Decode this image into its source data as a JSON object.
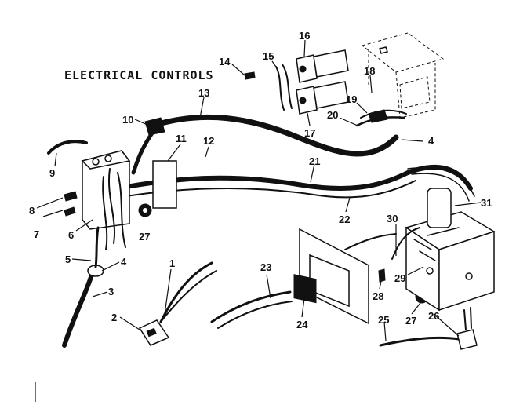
{
  "diagram": {
    "title": "ELECTRICAL CONTROLS",
    "callouts": [
      {
        "id": "c1",
        "label": "1"
      },
      {
        "id": "c2",
        "label": "2"
      },
      {
        "id": "c3",
        "label": "3"
      },
      {
        "id": "c4a",
        "label": "4"
      },
      {
        "id": "c4b",
        "label": "4"
      },
      {
        "id": "c5",
        "label": "5"
      },
      {
        "id": "c6",
        "label": "6"
      },
      {
        "id": "c7",
        "label": "7"
      },
      {
        "id": "c8",
        "label": "8"
      },
      {
        "id": "c9",
        "label": "9"
      },
      {
        "id": "c10",
        "label": "10"
      },
      {
        "id": "c11",
        "label": "11"
      },
      {
        "id": "c12",
        "label": "12"
      },
      {
        "id": "c13",
        "label": "13"
      },
      {
        "id": "c14",
        "label": "14"
      },
      {
        "id": "c15",
        "label": "15"
      },
      {
        "id": "c16",
        "label": "16"
      },
      {
        "id": "c17",
        "label": "17"
      },
      {
        "id": "c18",
        "label": "18"
      },
      {
        "id": "c19",
        "label": "19"
      },
      {
        "id": "c20",
        "label": "20"
      },
      {
        "id": "c21",
        "label": "21"
      },
      {
        "id": "c22",
        "label": "22"
      },
      {
        "id": "c23",
        "label": "23"
      },
      {
        "id": "c24",
        "label": "24"
      },
      {
        "id": "c25",
        "label": "25"
      },
      {
        "id": "c26",
        "label": "26"
      },
      {
        "id": "c27a",
        "label": "27"
      },
      {
        "id": "c27b",
        "label": "27"
      },
      {
        "id": "c28",
        "label": "28"
      },
      {
        "id": "c29",
        "label": "29"
      },
      {
        "id": "c30",
        "label": "30"
      },
      {
        "id": "c31",
        "label": "31"
      }
    ]
  }
}
